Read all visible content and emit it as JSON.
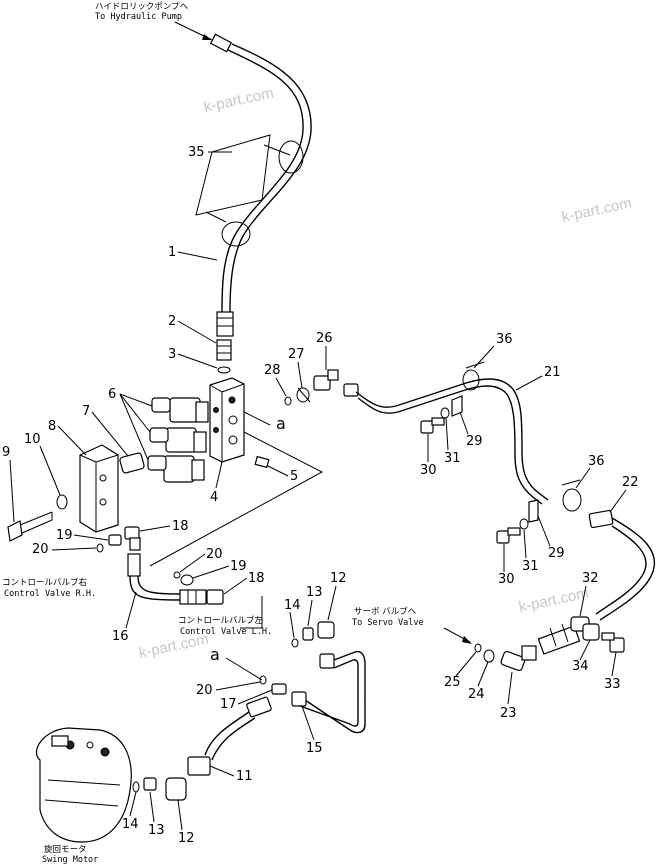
{
  "captions": {
    "to_pump_jp": "ハイドロリックポンプへ",
    "to_pump_en": "To Hydraulic Pump",
    "control_rh_jp": "コントロールバルブ右",
    "control_rh_en": "Control Valve R.H.",
    "control_lh_jp": "コントロールバルブ左",
    "control_lh_en": "Control Valve L.H.",
    "servo_jp": "サーボ バルブへ",
    "servo_en": "To Servo Valve",
    "swing_jp": "旋回モータ",
    "swing_en": "Swing Motor"
  },
  "watermark": "k-part.com",
  "callouts": {
    "c1": "1",
    "c2": "2",
    "c3": "3",
    "c4": "4",
    "c5": "5",
    "c6": "6",
    "c7": "7",
    "c8": "8",
    "c9": "9",
    "c10": "10",
    "c11": "11",
    "c12a": "12",
    "c12b": "12",
    "c13a": "13",
    "c13b": "13",
    "c14a": "14",
    "c14b": "14",
    "c15": "15",
    "c16": "16",
    "c17": "17",
    "c18a": "18",
    "c18b": "18",
    "c19a": "19",
    "c19b": "19",
    "c20a": "20",
    "c20b": "20",
    "c20c": "20",
    "c21": "21",
    "c22": "22",
    "c23": "23",
    "c24": "24",
    "c25": "25",
    "c26": "26",
    "c27": "27",
    "c28": "28",
    "c29a": "29",
    "c29b": "29",
    "c30a": "30",
    "c30b": "30",
    "c31a": "31",
    "c31b": "31",
    "c32": "32",
    "c33": "33",
    "c34": "34",
    "c35": "35",
    "c36a": "36",
    "c36b": "36",
    "ref_a1": "a",
    "ref_a2": "a"
  }
}
